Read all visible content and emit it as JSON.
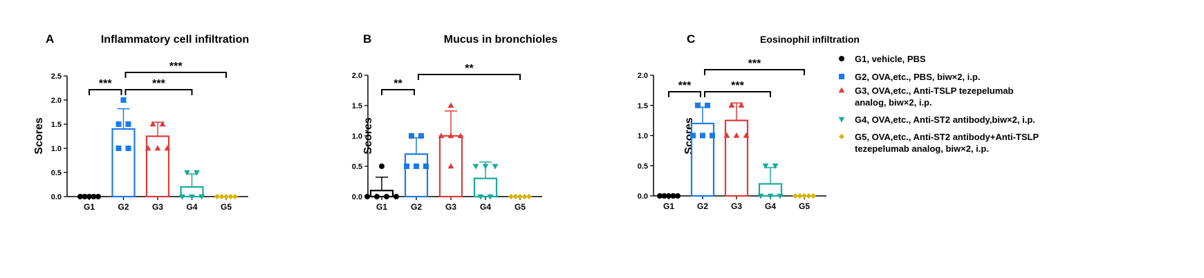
{
  "colors": {
    "G1": "#000000",
    "G2": "#1a7ae8",
    "G3": "#e03a3a",
    "G4": "#1aaa9a",
    "G5": "#d6b400"
  },
  "legend": [
    {
      "group": "G1",
      "marker": "circle",
      "lines": [
        "G1, vehicle, PBS"
      ]
    },
    {
      "group": "G2",
      "marker": "square",
      "lines": [
        "G2, OVA,etc., PBS, biw×2, i.p."
      ]
    },
    {
      "group": "G3",
      "marker": "triangle-up",
      "lines": [
        "G3, OVA,etc., Anti-TSLP tezepelumab",
        "analog,  biw×2, i.p."
      ]
    },
    {
      "group": "G4",
      "marker": "triangle-down",
      "lines": [
        "G4, OVA,etc., Anti-ST2 antibody,biw×2, i.p."
      ]
    },
    {
      "group": "G5",
      "marker": "diamond",
      "lines": [
        "G5, OVA,etc., Anti-ST2 antibody+Anti-TSLP",
        "tezepelumab analog, biw×2, i.p."
      ]
    }
  ],
  "chart_data": [
    {
      "type": "bar",
      "panel": "A",
      "title": "Inflammatory cell infiltration",
      "ylabel": "Scores",
      "xlabel": "",
      "ylim": [
        0,
        2.5
      ],
      "yticks": [
        "0.0",
        "0.5",
        "1.0",
        "1.5",
        "2.0",
        "2.5"
      ],
      "categories": [
        "G1",
        "G2",
        "G3",
        "G4",
        "G5"
      ],
      "values": [
        0,
        1.4,
        1.25,
        0.2,
        0
      ],
      "sd": [
        0,
        0.42,
        0.29,
        0.27,
        0
      ],
      "points": [
        [
          0,
          0,
          0,
          0,
          0
        ],
        [
          2.0,
          1.5,
          1.5,
          1.0,
          1.0
        ],
        [
          1.5,
          1.5,
          1.0,
          1.0,
          1.0
        ],
        [
          0.5,
          0.5,
          0,
          0,
          0
        ],
        [
          0,
          0,
          0,
          0,
          0
        ]
      ],
      "significance": [
        {
          "from": "G1",
          "to": "G2",
          "label": "***"
        },
        {
          "from": "G2",
          "to": "G4",
          "label": "***"
        },
        {
          "from": "G2",
          "to": "G5",
          "label": "***"
        }
      ]
    },
    {
      "type": "bar",
      "panel": "B",
      "title": "Mucus in bronchioles",
      "ylabel": "Scores",
      "xlabel": "",
      "ylim": [
        0,
        2.0
      ],
      "yticks": [
        "0.0",
        "0.5",
        "1.0",
        "1.5",
        "2.0"
      ],
      "categories": [
        "G1",
        "G2",
        "G3",
        "G4",
        "G5"
      ],
      "values": [
        0.1,
        0.7,
        1.0,
        0.3,
        0
      ],
      "sd": [
        0.22,
        0.27,
        0.41,
        0.27,
        0
      ],
      "points": [
        [
          0.5,
          0,
          0,
          0,
          0
        ],
        [
          1.0,
          1.0,
          0.5,
          0.5,
          0.5
        ],
        [
          1.5,
          1.0,
          1.0,
          1.0,
          0.5
        ],
        [
          0.5,
          0.5,
          0.5,
          0,
          0
        ],
        [
          0,
          0,
          0,
          0,
          0
        ]
      ],
      "significance": [
        {
          "from": "G1",
          "to": "G2",
          "label": "**"
        },
        {
          "from": "G2",
          "to": "G5",
          "label": "**"
        }
      ]
    },
    {
      "type": "bar",
      "panel": "C",
      "title": "Eosinophil infiltration",
      "ylabel": "Scores",
      "xlabel": "",
      "ylim": [
        0,
        2.0
      ],
      "yticks": [
        "0.0",
        "0.5",
        "1.0",
        "1.5",
        "2.0"
      ],
      "categories": [
        "G1",
        "G2",
        "G3",
        "G4",
        "G5"
      ],
      "values": [
        0,
        1.2,
        1.25,
        0.2,
        0
      ],
      "sd": [
        0,
        0.27,
        0.29,
        0.27,
        0
      ],
      "points": [
        [
          0,
          0,
          0,
          0,
          0
        ],
        [
          1.5,
          1.5,
          1.0,
          1.0,
          1.0
        ],
        [
          1.5,
          1.5,
          1.0,
          1.0,
          1.0
        ],
        [
          0.5,
          0.5,
          0,
          0,
          0
        ],
        [
          0,
          0,
          0,
          0,
          0
        ]
      ],
      "significance": [
        {
          "from": "G1",
          "to": "G2",
          "label": "***"
        },
        {
          "from": "G2",
          "to": "G4",
          "label": "***"
        },
        {
          "from": "G2",
          "to": "G5",
          "label": "***"
        }
      ]
    }
  ]
}
